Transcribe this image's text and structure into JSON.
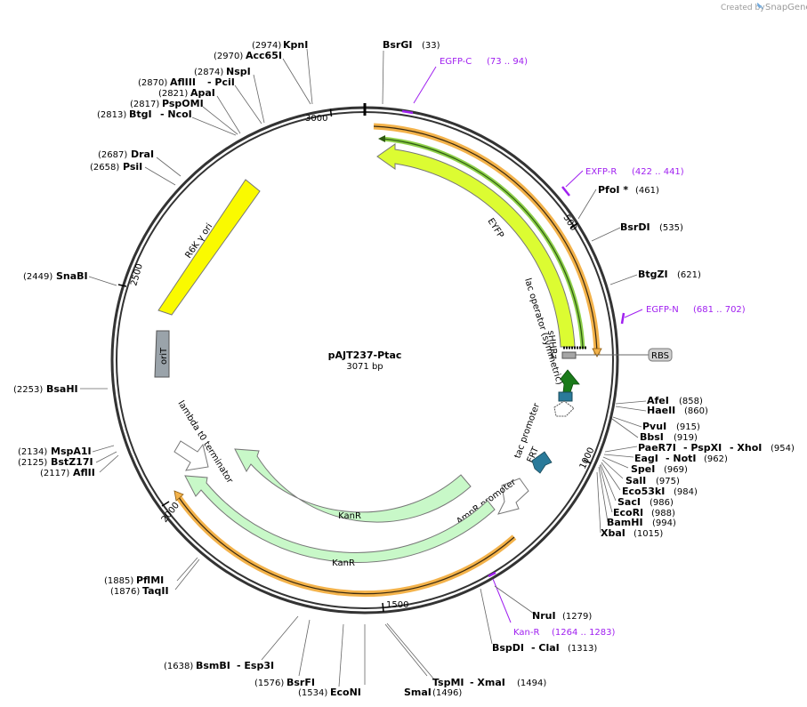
{
  "header": {
    "created_by": "Created by",
    "brand": "SnapGene"
  },
  "plasmid": {
    "name": "pAJT237-Ptac",
    "length_label": "3071 bp"
  },
  "ruler": [
    "3000",
    "500",
    "1000",
    "1500",
    "2000",
    "2500"
  ],
  "rbs": {
    "label": "RBS"
  },
  "features": [
    "EYFP",
    "lac operator (symmetric)",
    "sHHRz",
    "tac promoter",
    "FRT",
    "AmpR promoter",
    "KanR",
    "KanR",
    "lambda t0 terminator",
    "oriT",
    "R6K γ ori"
  ],
  "primers": [
    {
      "name": "EGFP-C",
      "range": "(73 .. 94)"
    },
    {
      "name": "EXFP-R",
      "range": "(422 .. 441)"
    },
    {
      "name": "EGFP-N",
      "range": "(681 .. 702)"
    },
    {
      "name": "Kan-R",
      "range": "(1264 .. 1283)"
    }
  ],
  "sites": [
    {
      "name": "BsrGI",
      "pos": "(33)"
    },
    {
      "name": "KpnI",
      "pos": "(2974)"
    },
    {
      "name": "Acc65I",
      "pos": "(2970)"
    },
    {
      "name": "NspI",
      "pos": "(2874)"
    },
    {
      "name": "AflIII",
      "pos": "(2870)"
    },
    {
      "name": "- PciI",
      "pos": ""
    },
    {
      "name": "ApaI",
      "pos": "(2821)"
    },
    {
      "name": "PspOMI",
      "pos": "(2817)"
    },
    {
      "name": "BtgI",
      "pos": "(2813)"
    },
    {
      "name": "- NcoI",
      "pos": ""
    },
    {
      "name": "DraI",
      "pos": "(2687)"
    },
    {
      "name": "PsiI",
      "pos": "(2658)"
    },
    {
      "name": "SnaBI",
      "pos": "(2449)"
    },
    {
      "name": "BsaHI",
      "pos": "(2253)"
    },
    {
      "name": "MspA1I",
      "pos": "(2134)"
    },
    {
      "name": "BstZ17I",
      "pos": "(2125)"
    },
    {
      "name": "AflII",
      "pos": "(2117)"
    },
    {
      "name": "PflMI",
      "pos": "(1885)"
    },
    {
      "name": "TaqII",
      "pos": "(1876)"
    },
    {
      "name": "BsmBI",
      "pos": "(1638)"
    },
    {
      "name": "- Esp3I",
      "pos": ""
    },
    {
      "name": "BsrFI",
      "pos": "(1576)"
    },
    {
      "name": "EcoNI",
      "pos": "(1534)"
    },
    {
      "name": "SmaI",
      "pos": "(1496)"
    },
    {
      "name": "TspMI",
      "pos": ""
    },
    {
      "name": "- XmaI",
      "pos": "(1494)"
    },
    {
      "name": "BspDI",
      "pos": ""
    },
    {
      "name": "- ClaI",
      "pos": "(1313)"
    },
    {
      "name": "NruI",
      "pos": "(1279)"
    },
    {
      "name": "PfoI *",
      "pos": "(461)"
    },
    {
      "name": "BsrDI",
      "pos": "(535)"
    },
    {
      "name": "BtgZI",
      "pos": "(621)"
    },
    {
      "name": "AfeI",
      "pos": "(858)"
    },
    {
      "name": "HaeII",
      "pos": "(860)"
    },
    {
      "name": "PvuI",
      "pos": "(915)"
    },
    {
      "name": "BbsI",
      "pos": "(919)"
    },
    {
      "name": "PaeR7I",
      "pos": ""
    },
    {
      "name": "- PspXI",
      "pos": ""
    },
    {
      "name": "- XhoI",
      "pos": "(954)"
    },
    {
      "name": "EagI",
      "pos": ""
    },
    {
      "name": "- NotI",
      "pos": "(962)"
    },
    {
      "name": "SpeI",
      "pos": "(969)"
    },
    {
      "name": "SalI",
      "pos": "(975)"
    },
    {
      "name": "Eco53kI",
      "pos": "(984)"
    },
    {
      "name": "SacI",
      "pos": "(986)"
    },
    {
      "name": "EcoRI",
      "pos": "(988)"
    },
    {
      "name": "BamHI",
      "pos": "(994)"
    },
    {
      "name": "XbaI",
      "pos": "(1015)"
    }
  ]
}
